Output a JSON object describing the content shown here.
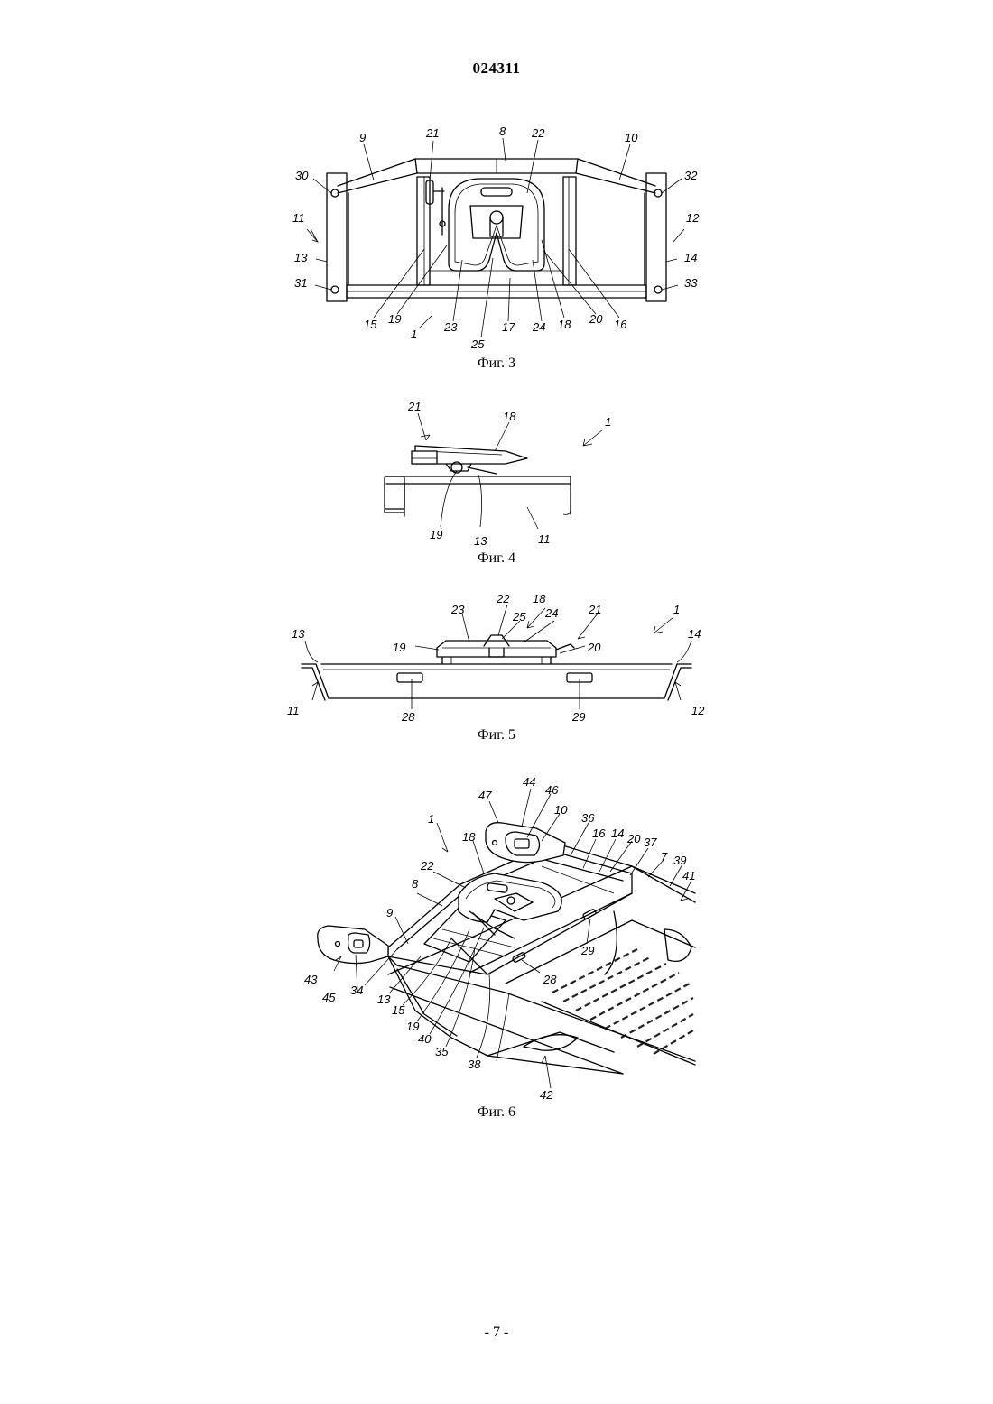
{
  "document": {
    "number": "024311",
    "page_number": "- 7 -"
  },
  "figures": [
    {
      "id": "fig3",
      "caption": "Фиг. 3",
      "labels": [
        "9",
        "21",
        "8",
        "22",
        "10",
        "30",
        "32",
        "11",
        "12",
        "13",
        "14",
        "31",
        "33",
        "15",
        "19",
        "23",
        "17",
        "24",
        "18",
        "20",
        "16",
        "1",
        "25"
      ]
    },
    {
      "id": "fig4",
      "caption": "Фиг. 4",
      "labels": [
        "21",
        "18",
        "1",
        "19",
        "13",
        "11"
      ]
    },
    {
      "id": "fig5",
      "caption": "Фиг. 5",
      "labels": [
        "22",
        "18",
        "23",
        "25",
        "24",
        "21",
        "1",
        "13",
        "14",
        "19",
        "20",
        "11",
        "28",
        "29",
        "12"
      ]
    },
    {
      "id": "fig6",
      "caption": "Фиг. 6",
      "labels": [
        "44",
        "47",
        "46",
        "10",
        "36",
        "1",
        "16",
        "14",
        "20",
        "37",
        "18",
        "7",
        "39",
        "22",
        "41",
        "8",
        "9",
        "29",
        "43",
        "28",
        "45",
        "34",
        "13",
        "15",
        "19",
        "40",
        "35",
        "38",
        "42"
      ]
    }
  ]
}
